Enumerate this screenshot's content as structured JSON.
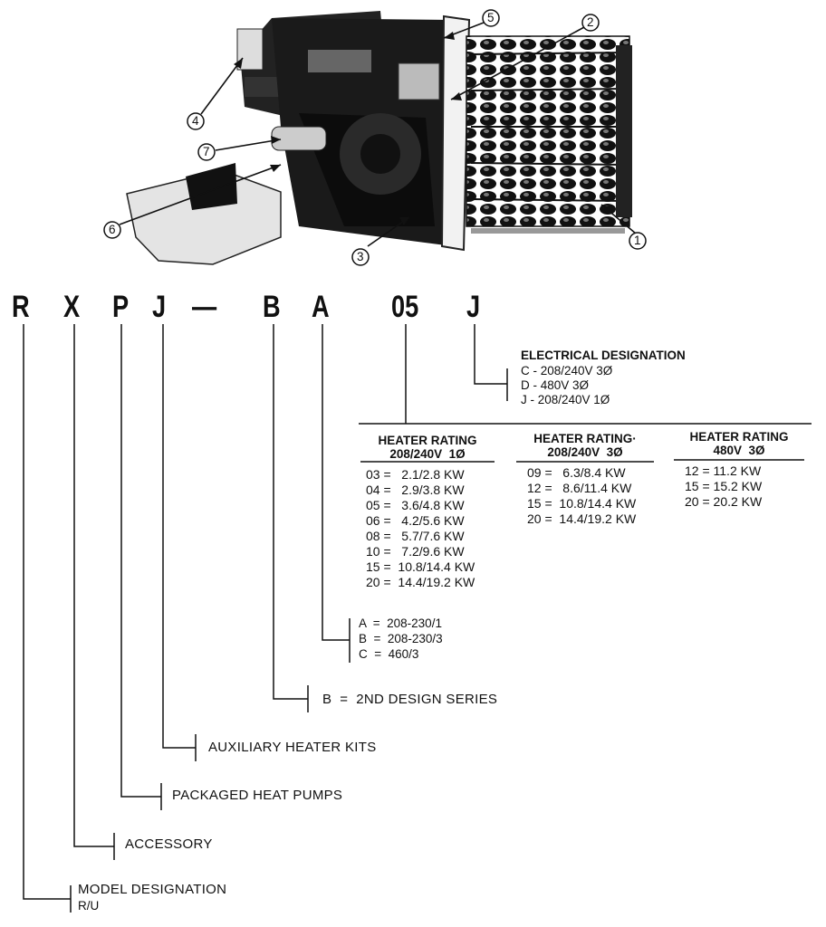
{
  "callouts": [
    "1",
    "2",
    "3",
    "4",
    "5",
    "6",
    "7"
  ],
  "model_code": [
    "R",
    "X",
    "P",
    "J",
    "—",
    "B",
    "A",
    "05",
    "J"
  ],
  "electrical": {
    "title": "ELECTRICAL DESIGNATION",
    "items": [
      "C - 208/240V 3Ø",
      "D - 480V 3Ø",
      "J - 208/240V 1Ø"
    ]
  },
  "heater_tables": [
    {
      "title": "HEATER RATING",
      "subtitle": "208/240V  1Ø",
      "rows": [
        "03 =   2.1/2.8 KW",
        "04 =   2.9/3.8 KW",
        "05 =   3.6/4.8 KW",
        "06 =   4.2/5.6 KW",
        "08 =   5.7/7.6 KW",
        "10 =   7.2/9.6 KW",
        "15 =  10.8/14.4 KW",
        "20 =  14.4/19.2 KW"
      ]
    },
    {
      "title": "HEATER RATING·",
      "subtitle": "208/240V  3Ø",
      "rows": [
        "09 =   6.3/8.4 KW",
        "12 =   8.6/11.4 KW",
        "15 =  10.8/14.4 KW",
        "20 =  14.4/19.2 KW"
      ]
    },
    {
      "title": "HEATER RATING",
      "subtitle": "480V  3Ø",
      "rows": [
        "12 = 11.2 KW",
        "15 = 15.2 KW",
        "20 = 20.2 KW"
      ]
    }
  ],
  "voltage": [
    "A  =  208-230/1",
    "B  =  208-230/3",
    "C  =  460/3"
  ],
  "design_series": "B  =  2ND DESIGN SERIES",
  "labels": {
    "auxiliary": "AUXILIARY HEATER KITS",
    "packaged": "PACKAGED HEAT PUMPS",
    "accessory": "ACCESSORY",
    "model_designation": "MODEL DESIGNATION",
    "model_sub": "R/U"
  }
}
